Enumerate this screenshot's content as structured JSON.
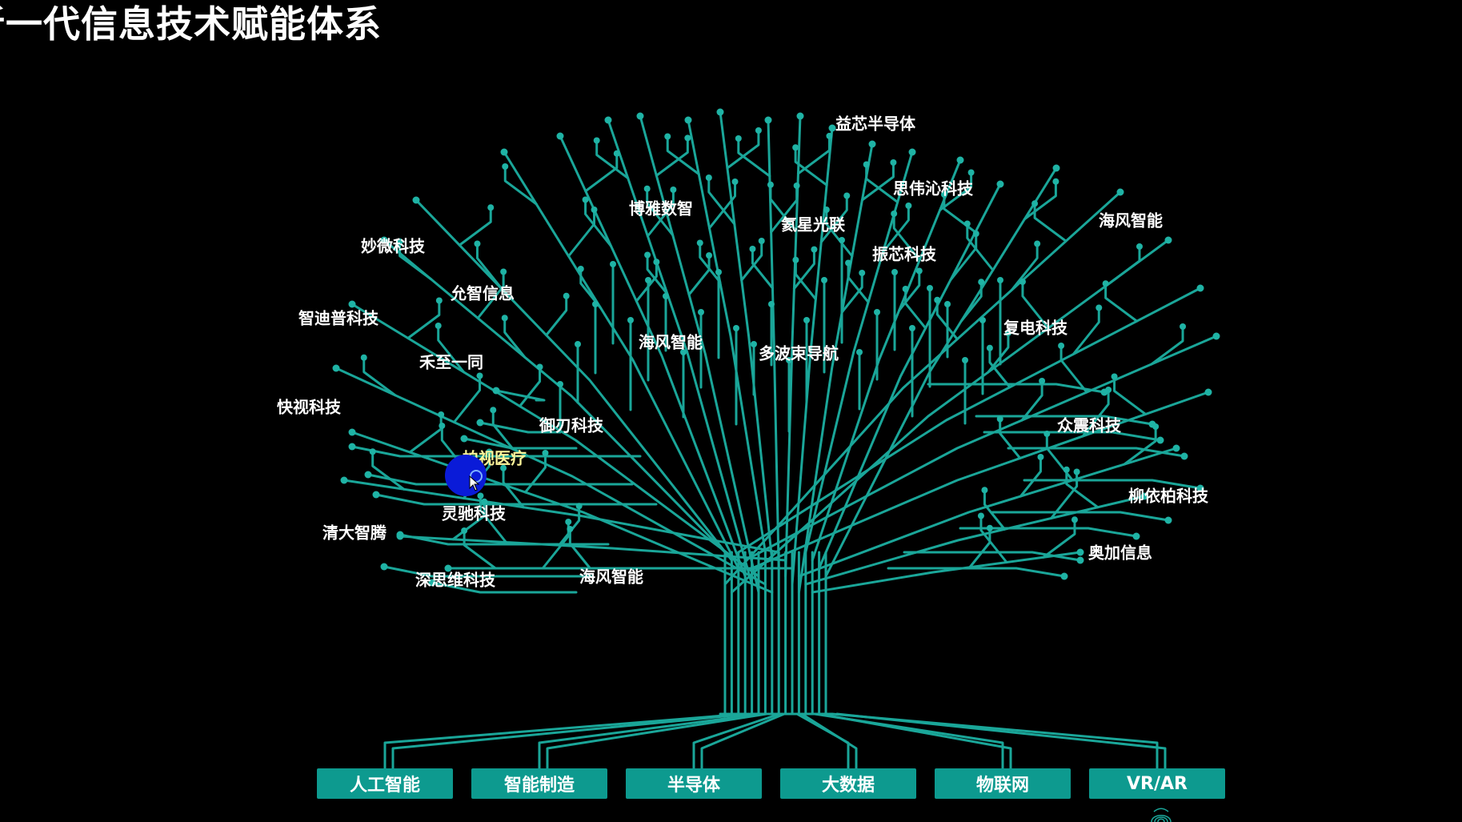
{
  "title": "新一代信息技术赋能体系",
  "colors": {
    "background": "#000000",
    "branch": "#1aa699",
    "node": "#1fb3a5",
    "button": "#0d9a8f",
    "cursor": "#0a1bd8",
    "highlight_label": "#fff59a"
  },
  "companies": [
    {
      "label": "益芯半导体"
    },
    {
      "label": "思伟沁科技"
    },
    {
      "label": "博雅数智"
    },
    {
      "label": "氦星光联"
    },
    {
      "label": "海风智能"
    },
    {
      "label": "振芯科技"
    },
    {
      "label": "妙微科技"
    },
    {
      "label": "允智信息"
    },
    {
      "label": "智迪普科技"
    },
    {
      "label": "复电科技"
    },
    {
      "label": "海风智能"
    },
    {
      "label": "多波束导航"
    },
    {
      "label": "禾至一同"
    },
    {
      "label": "快视科技"
    },
    {
      "label": "御刃科技"
    },
    {
      "label": "众震科技"
    },
    {
      "label": "柏视医疗"
    },
    {
      "label": "柳依柏科技"
    },
    {
      "label": "灵驰科技"
    },
    {
      "label": "清大智腾"
    },
    {
      "label": "奥加信息"
    },
    {
      "label": "深思维科技"
    },
    {
      "label": "海风智能"
    }
  ],
  "technologies": [
    {
      "label": "人工智能"
    },
    {
      "label": "智能制造"
    },
    {
      "label": "半导体"
    },
    {
      "label": "大数据"
    },
    {
      "label": "物联网"
    },
    {
      "label": "VR/AR"
    }
  ],
  "icons": {
    "cursor": "mouse-pointer-icon",
    "watermark": "fingerprint-icon"
  }
}
